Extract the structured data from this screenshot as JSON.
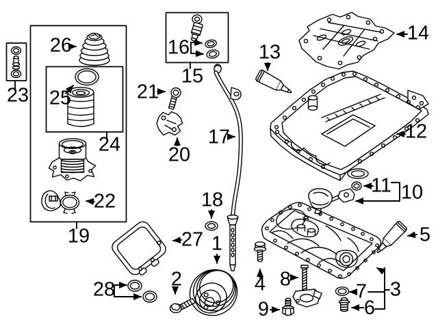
{
  "diagram": {
    "type": "exploded-parts-diagram",
    "background_color": "#ffffff",
    "line_color": "#000000",
    "text_color": "#000000",
    "labels": {
      "p1": "1",
      "p2": "2",
      "p3": "3",
      "p4": "4",
      "p5": "5",
      "p6": "6",
      "p7": "7",
      "p8": "8",
      "p9": "9",
      "p10": "10",
      "p11": "11",
      "p12": "12",
      "p13": "13",
      "p14": "14",
      "p15": "15",
      "p16": "16",
      "p17": "17",
      "p18": "18",
      "p19": "19",
      "p20": "20",
      "p21": "21",
      "p22": "22",
      "p23": "23",
      "p24": "24",
      "p25": "25",
      "p26": "26",
      "p27": "27",
      "p28": "28"
    }
  }
}
